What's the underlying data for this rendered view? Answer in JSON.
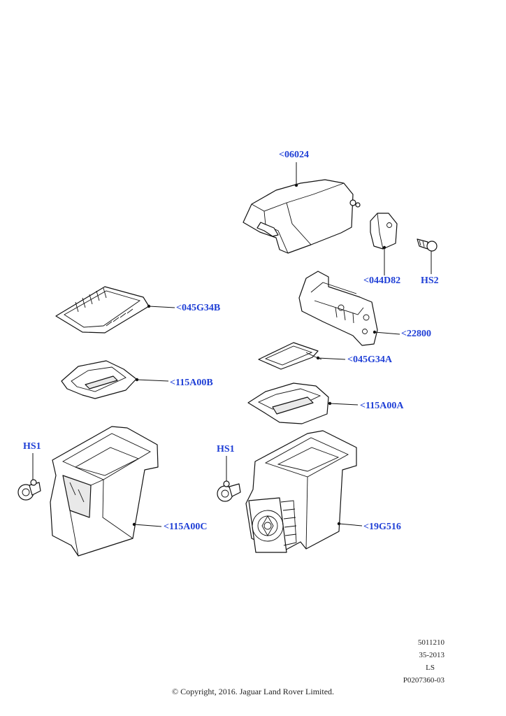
{
  "callouts": {
    "armrest": "<06024",
    "hinge_cover": "<044D82",
    "screw_hs2": "HS2",
    "hinge_bracket": "<22800",
    "mat_left": "<045G34B",
    "mat_right": "<045G34A",
    "tray_left": "<115A00B",
    "tray_right": "<115A00A",
    "fastener_left": "HS1",
    "fastener_right": "HS1",
    "bin_left": "<115A00C",
    "bin_right": "<19G516"
  },
  "meta": {
    "line1": "5011210",
    "line2": "35-2013",
    "line3": "LS",
    "line4": "P0207360-03"
  },
  "copyright": "© Copyright, 2016. Jaguar Land Rover Limited."
}
